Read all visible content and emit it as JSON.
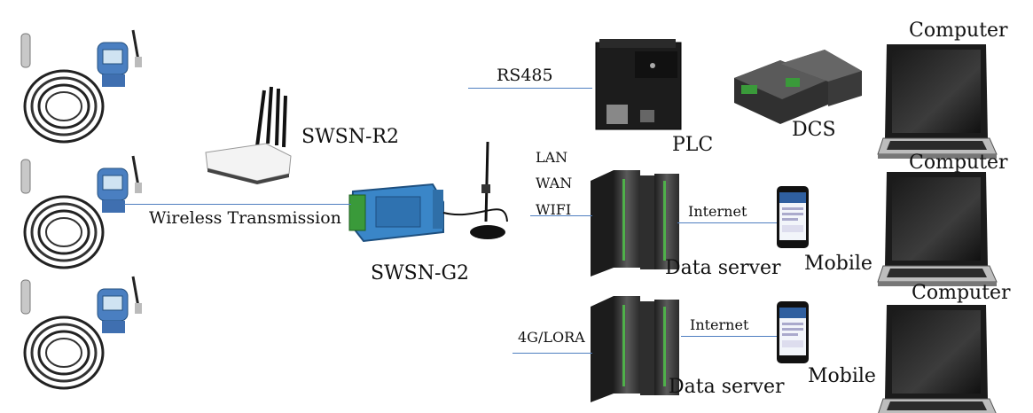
{
  "diagram": {
    "labels": {
      "rs485": "RS485",
      "plc": "PLC",
      "dcs": "DCS",
      "computer1": "Computer",
      "computer2": "Computer",
      "computer3": "Computer",
      "swsn_r2": "SWSN-R2",
      "wireless": "Wireless Transmission",
      "swsn_g2": "SWSN-G2",
      "lan": "LAN",
      "wan": "WAN",
      "wifi": "WIFI",
      "internet1": "Internet",
      "internet2": "Internet",
      "data_server1": "Data server",
      "data_server2": "Data server",
      "mobile1": "Mobile",
      "mobile2": "Mobile",
      "lora": "4G/LORA"
    },
    "colors": {
      "link_line": "#4f7fc0",
      "device_dark": "#2a2a2a",
      "gateway_blue": "#3a86c8",
      "server_green": "#4fb04a"
    },
    "icons": {
      "sensor": "pressure-transmitter-icon",
      "router": "wireless-router-icon",
      "gateway": "gateway-module-icon",
      "antenna": "antenna-icon",
      "plc": "plc-icon",
      "dcs": "dcs-icon",
      "server": "server-rack-icon",
      "phone": "mobile-phone-icon",
      "laptop": "laptop-icon"
    }
  }
}
